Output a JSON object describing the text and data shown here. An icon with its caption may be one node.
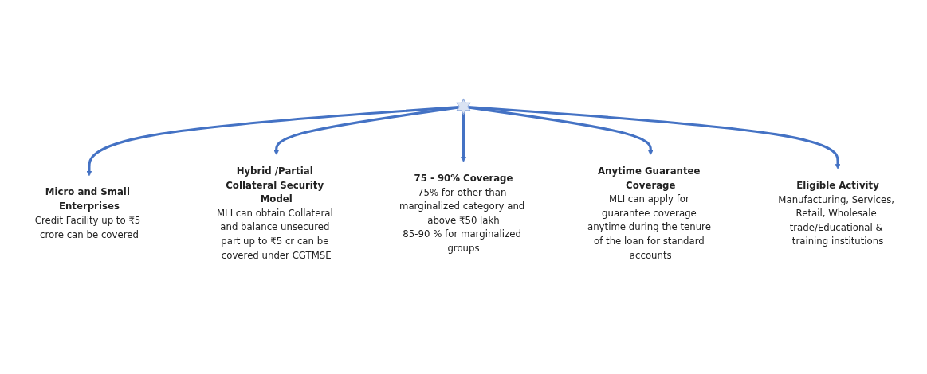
{
  "diagram": {
    "nodes": [
      {
        "text": [
          "Micro and Small Enterprises",
          "Credit Facility up to ₹5 crore can be covered"
        ]
      },
      {
        "text": [
          "Hybrid /Partial Collateral Security Model",
          "MLI can obtain Collateral and balance unsecured part up to ₹5 cr can be covered under CGTMSE"
        ]
      },
      {
        "text": [
          "Eligible Activity",
          "Manufacturing, Services, Retail, Wholesale trade/Educational & training institutions"
        ]
      },
      {
        "text": [],
        "shape": "star"
      },
      {
        "text": [
          "Anytime Guarantee Coverage",
          "MLI can apply for guarantee coverage anytime during the tenure of the loan for standard accounts"
        ]
      },
      {
        "text": [
          "75 - 90% Coverage",
          "75% for other than marginalized category and above ₹50 lakh",
          "85-90 % for marginalized groups"
        ]
      }
    ],
    "edges": [
      {
        "from": 3,
        "to": 0,
        "arrow": "to"
      },
      {
        "from": 3,
        "to": 1,
        "arrow": "to"
      },
      {
        "from": 3,
        "to": 5,
        "arrow": "to"
      },
      {
        "from": 3,
        "to": 4,
        "arrow": "to"
      },
      {
        "from": 3,
        "to": 2,
        "arrow": "to"
      }
    ]
  }
}
